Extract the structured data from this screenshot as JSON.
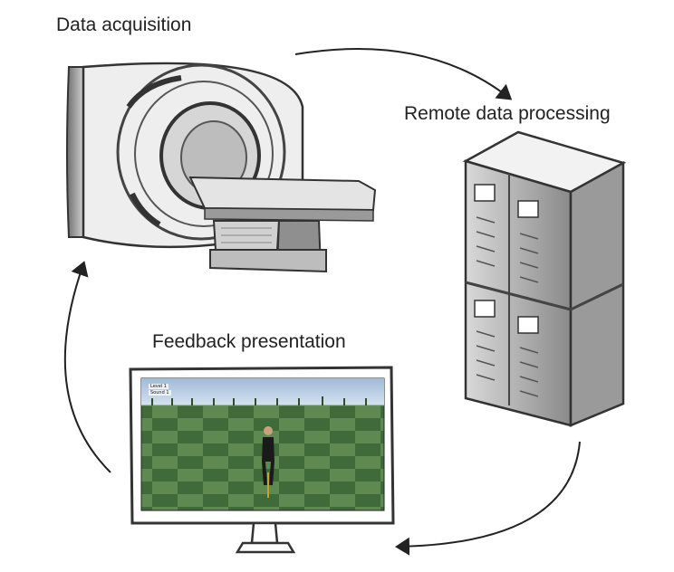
{
  "labels": {
    "data_acquisition": "Data acquisition",
    "remote_data_processing": "Remote data processing",
    "feedback_presentation": "Feedback presentation"
  },
  "screen": {
    "level": "Level 1",
    "sound": "Sound 1"
  },
  "icons": {
    "scanner": "mri-scanner-icon",
    "server": "server-rack-icon",
    "monitor": "monitor-icon",
    "avatar": "cyclist-avatar-icon"
  },
  "colors": {
    "ink": "#2a2a2a",
    "sky": "#b9cfe6",
    "grass_dark": "#3f6b3a",
    "grass_light": "#5e8a52"
  }
}
